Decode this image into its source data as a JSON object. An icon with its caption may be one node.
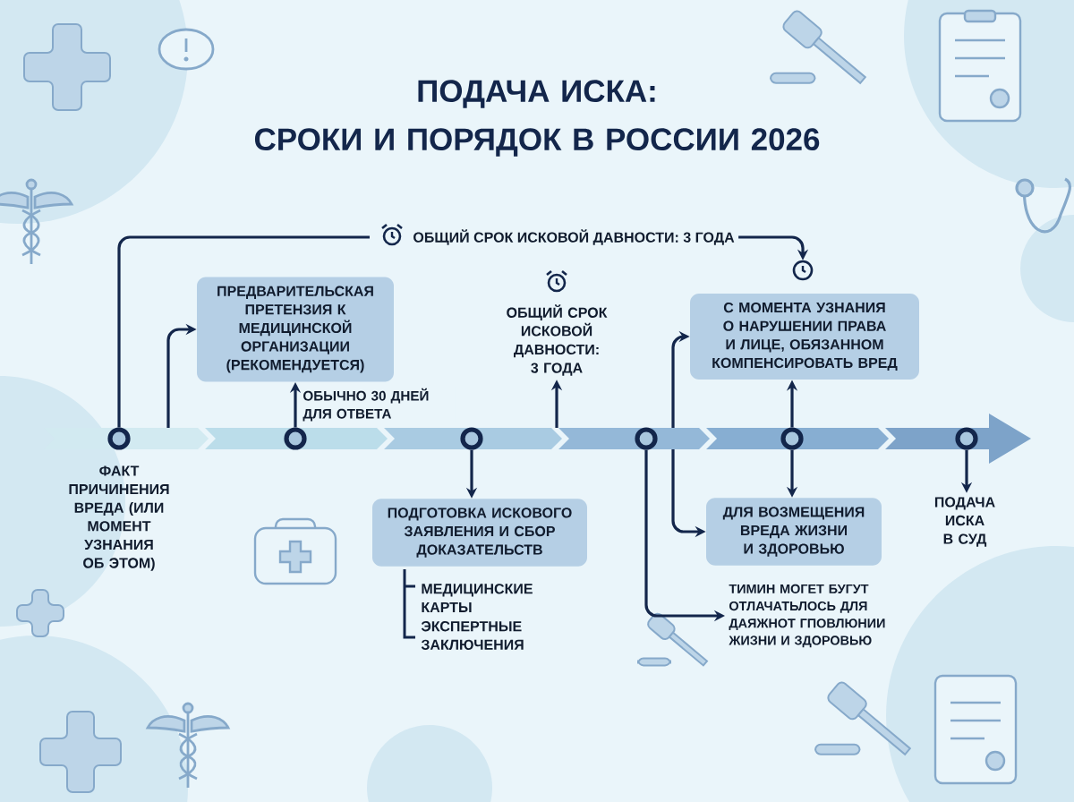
{
  "diagram": {
    "title": "ПОДАЧА ИСКА: СРОКИ И ПОРЯДОК В РОССИИ 2026",
    "nodes": [
      {
        "text": [],
        "shape": "circle",
        "beside": [
          "ФАКТ ПРИЧИНЕНИЯ ВРЕДА (ИЛИ МОМЕНТ УЗНАНИЯ ОБ ЭТОМ)"
        ]
      },
      {
        "text": [],
        "shape": "circle"
      },
      {
        "text": [],
        "shape": "circle"
      },
      {
        "text": [],
        "shape": "circle"
      },
      {
        "text": [],
        "shape": "circle"
      },
      {
        "text": [],
        "shape": "circle"
      },
      {
        "text": [
          "ОБЩИЙ СРОК ИСКОВОЙ ДАВНОСТИ: 3 ГОДА"
        ]
      },
      {
        "text": [],
        "shape": "picture"
      },
      {
        "text": [
          "ПРЕДВАРИТЕЛЬСКАЯ ПРЕТЕНЗИЯ К МЕДИЦИНСКОЙ ОРГАНИЗАЦИИ (РЕКОМЕНДУЕТСЯ)"
        ]
      },
      {
        "text": [
          "ОБЩИЙ СРОК ИСКОВОЙ ДАВНОСТИ: 3 ГОДА"
        ]
      },
      {
        "text": [
          "С МОМЕНТА УЗНАНИЯ О НАРУШЕНИИ ПРАВА И ЛИЦЕ, ОБЯЗАННОМ КОМПЕНСИРОВАТЬ ВРЕД"
        ]
      },
      {
        "text": [
          "ПОДГОТОВКА ИСКОВОГО ЗАЯВЛЕНИЯ И СБОР ДОКАЗАТЕЛЬСТВ"
        ]
      },
      {
        "text": [
          "ДЛЯ ВОЗМЕЩЕНИЯ ВРЕДА ЖИЗНИ И ЗДОРОВЬЮ"
        ]
      },
      {
        "text": [
          "ТИМИН МОГЕТ БУГУТ ОТЛАЧАТЬЛОСЬ ДЛЯ ДАЯЖНОТ ГПОВЛЮНИИ ЖИЗНИ И ЗДОРОВЬЮ"
        ]
      },
      {
        "text": [
          "ПОДАЧА ИСКА В СУД"
        ]
      }
    ],
    "edges": [
      {
        "from": 0,
        "to": 6,
        "arrow": "none"
      },
      {
        "from": 6,
        "to": 7,
        "arrow": "to"
      },
      {
        "from": null,
        "to": 8,
        "arrow": "to"
      },
      {
        "from": 1,
        "to": 8,
        "arrow": "to",
        "label": "ОБЫЧНО 30 ДНЕЙ ДЛЯ ОТВЕТА"
      },
      {
        "from": null,
        "to": 9,
        "arrow": "to"
      },
      {
        "from": null,
        "to": 10,
        "arrow": "to"
      },
      {
        "from": 4,
        "to": 10,
        "arrow": "to"
      },
      {
        "from": 2,
        "to": 11,
        "arrow": "to"
      },
      {
        "from": null,
        "to": 12,
        "arrow": "to"
      },
      {
        "from": 4,
        "to": 12,
        "arrow": "to"
      },
      {
        "from": 3,
        "to": 13,
        "arrow": "to"
      },
      {
        "from": 5,
        "to": 14,
        "arrow": "to"
      }
    ],
    "labels": [
      "МЕДИЦИНСКИЕ КАРТЫ",
      "ЭКСПЕРТНЫЕ ЗАКЛЮЧЕНИЯ"
    ]
  }
}
